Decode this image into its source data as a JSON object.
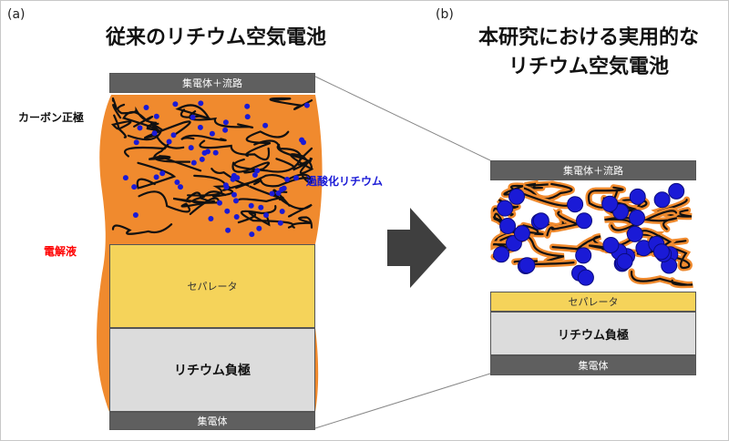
{
  "left": {
    "panel_label": "(a)",
    "title": "従来のリチウム空気電池",
    "top_collector": "集電体＋流路",
    "carbon_label": "カーボン正極",
    "peroxide_label": "過酸化リチウム",
    "electrolyte_label": "電解液",
    "separator": "セパレータ",
    "anode": "リチウム負極",
    "bottom_collector": "集電体"
  },
  "right": {
    "panel_label": "(b)",
    "title_line1": "本研究における実用的な",
    "title_line2": "リチウム空気電池",
    "top_collector": "集電体＋流路",
    "separator": "セパレータ",
    "anode": "リチウム負極",
    "bottom_collector": "集電体"
  },
  "colors": {
    "electrolyte": "#f08a2e",
    "carbon_fiber": "#111111",
    "peroxide": "#1a1ad6",
    "separator": "#f5d35a",
    "anode": "#dcdcdc",
    "collector": "#5f5f5f",
    "electrolyte_label": "#ff0000",
    "peroxide_label": "#1a1ad6",
    "arrow": "#3f3f3f"
  }
}
